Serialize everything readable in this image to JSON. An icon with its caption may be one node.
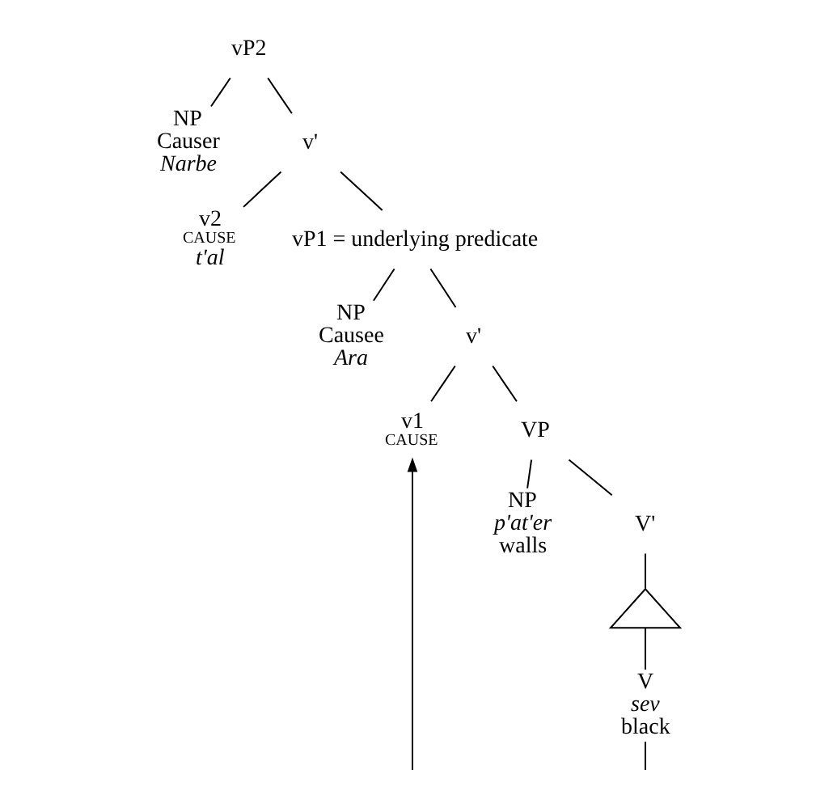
{
  "diagram": {
    "nodes": [
      {
        "text": [
          "vP2"
        ]
      },
      {
        "text": [
          "NP",
          "Causer",
          "Narbe"
        ]
      },
      {
        "text": [
          "v'"
        ]
      },
      {
        "text": [
          "v2",
          "CAUSE",
          "t'al"
        ]
      },
      {
        "text": [
          "vP1 = underlying predicate"
        ]
      },
      {
        "text": [
          "NP",
          "Causee",
          "Ara"
        ]
      },
      {
        "text": [
          "v'"
        ]
      },
      {
        "text": [
          "v1",
          "CAUSE"
        ]
      },
      {
        "text": [
          "VP"
        ]
      },
      {
        "text": [
          "NP",
          "p'at'er",
          "walls"
        ]
      },
      {
        "text": [
          "V'"
        ]
      },
      {
        "text": [],
        "shape": "triangle"
      },
      {
        "text": [
          "V",
          "sev",
          "black"
        ]
      }
    ],
    "edges": [
      {
        "from": 0,
        "to": 1,
        "arrow": "none"
      },
      {
        "from": 0,
        "to": 2,
        "arrow": "none"
      },
      {
        "from": 2,
        "to": 3,
        "arrow": "none"
      },
      {
        "from": 2,
        "to": 4,
        "arrow": "none"
      },
      {
        "from": 4,
        "to": 5,
        "arrow": "none"
      },
      {
        "from": 4,
        "to": 6,
        "arrow": "none"
      },
      {
        "from": 6,
        "to": 7,
        "arrow": "none"
      },
      {
        "from": 6,
        "to": 8,
        "arrow": "none"
      },
      {
        "from": 8,
        "to": 9,
        "arrow": "none"
      },
      {
        "from": 8,
        "to": 10,
        "arrow": "none"
      },
      {
        "from": 10,
        "to": 11,
        "arrow": "none"
      },
      {
        "from": 11,
        "to": 12,
        "arrow": "none"
      },
      {
        "from": null,
        "to": 7,
        "arrow": "to"
      },
      {
        "from": 12,
        "to": null,
        "arrow": "none"
      }
    ]
  }
}
